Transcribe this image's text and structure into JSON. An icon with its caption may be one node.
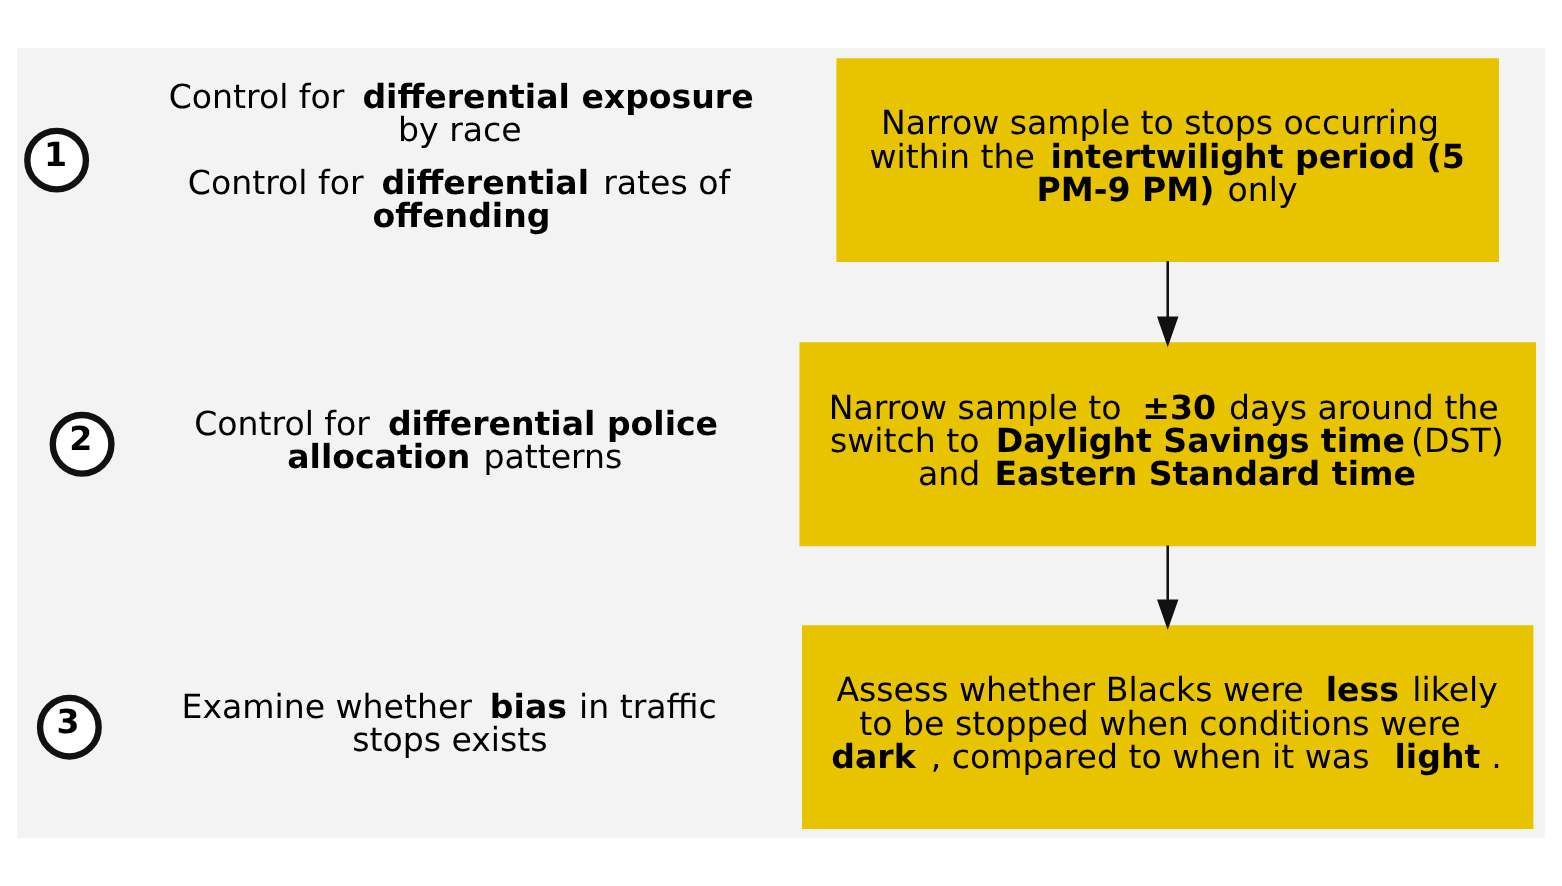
{
  "diagram": {
    "nodes": [
      {
        "text": [
          "1"
        ]
      },
      {
        "text": [
          "Narrow sample to stops occurring within the **intertwilight period (5 PM-9 PM)** only"
        ]
      },
      {
        "text": [
          "2"
        ]
      },
      {
        "text": [
          "Narrow sample to **±30** days around the switch to **Daylight Savings time** (DST) and **Eastern Standard time**"
        ]
      },
      {
        "text": [
          "3"
        ]
      },
      {
        "text": [
          "Assess whether Blacks were **less** likely to be stopped when conditions were **dark**, compared to when it was **light**."
        ]
      }
    ],
    "edges": [
      {
        "from": 1,
        "to": 3,
        "arrow": "to"
      },
      {
        "from": 3,
        "to": 5,
        "arrow": "to"
      }
    ],
    "labels": [
      "Control for **differential exposure** by race",
      "Control for **differential** rates of **offending**",
      "Control for **differential police allocation** patterns",
      "Examine whether **bias** in traffic stops exists"
    ]
  }
}
